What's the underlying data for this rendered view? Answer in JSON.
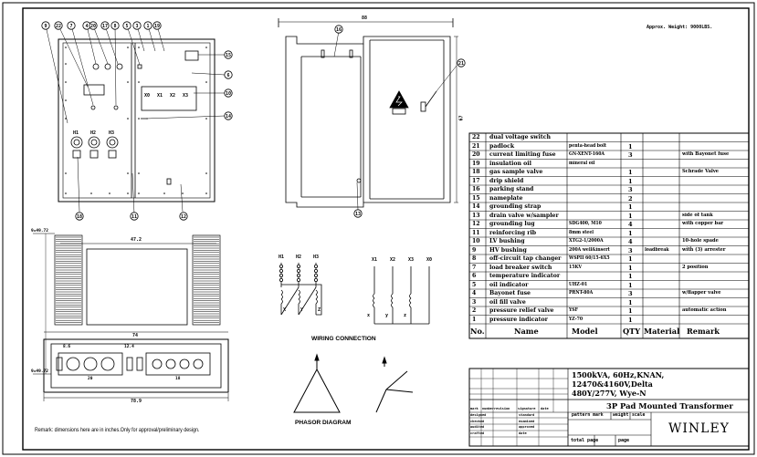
{
  "approx_weight": "Approx. Weight: 9000LBS.",
  "remark_note": "Remark: dimensions here are in inches.Only for approval/preliminary design.",
  "front_view": {
    "balloons_top": [
      "9",
      "22",
      "7",
      "4",
      "20",
      "17",
      "8",
      "5",
      "3",
      "1",
      "19"
    ],
    "balloons_right": [
      "15",
      "6",
      "10",
      "14"
    ],
    "balloons_bottom": [
      "18",
      "11",
      "12"
    ],
    "hv_labels": [
      "H1",
      "H2",
      "H3"
    ],
    "lv_labels": [
      "X0",
      "X1",
      "X2",
      "X3"
    ]
  },
  "side_view": {
    "balloons": [
      "16",
      "21",
      "13"
    ],
    "dim_width": "88",
    "dim_height": "67"
  },
  "plan_view": {
    "dim_top": "47.2",
    "dim_mid": "74",
    "dim_bottom": "78.9",
    "dim_left_top": "9=49.72",
    "dim_left_bottom": "9=49.72",
    "dim_small_left": "8.6",
    "dim_small_mid": "12.4",
    "label_left": "20",
    "label_right": "18"
  },
  "wiring": {
    "title": "WIRING CONNECTION",
    "hv_terminals": [
      "H1",
      "H2",
      "H3"
    ],
    "hv_coil_labels": [
      "X",
      "Y",
      "Z"
    ],
    "lv_terminals": [
      "X1",
      "X2",
      "X3",
      "X0"
    ],
    "lv_coil_labels": [
      "x",
      "y",
      "z"
    ]
  },
  "phasor": {
    "title": "PHASOR DIAGRAM"
  },
  "bom": {
    "headers": [
      "No.",
      "Name",
      "Model",
      "QTY",
      "Material",
      "Remark"
    ],
    "rows": [
      {
        "no": "22",
        "name": "dual voltage switch",
        "model": "",
        "qty": "",
        "material": "",
        "remark": ""
      },
      {
        "no": "21",
        "name": "padlock",
        "model": "penta-head bolt",
        "qty": "1",
        "material": "",
        "remark": ""
      },
      {
        "no": "20",
        "name": "current limiting fuse",
        "model": "GN-XENT-160A",
        "qty": "3",
        "material": "",
        "remark": "with Bayonet fuse"
      },
      {
        "no": "19",
        "name": "insulation oil",
        "model": "mineral oil",
        "qty": "",
        "material": "",
        "remark": ""
      },
      {
        "no": "18",
        "name": "gas sample valve",
        "model": "",
        "qty": "1",
        "material": "",
        "remark": "Schrade Valve"
      },
      {
        "no": "17",
        "name": "drip shield",
        "model": "",
        "qty": "1",
        "material": "",
        "remark": ""
      },
      {
        "no": "16",
        "name": "parking stand",
        "model": "",
        "qty": "3",
        "material": "",
        "remark": ""
      },
      {
        "no": "15",
        "name": "nameplate",
        "model": "",
        "qty": "2",
        "material": "",
        "remark": ""
      },
      {
        "no": "14",
        "name": "grounding strap",
        "model": "",
        "qty": "1",
        "material": "",
        "remark": ""
      },
      {
        "no": "13",
        "name": "drain valve w/sampler",
        "model": "",
        "qty": "1",
        "material": "",
        "remark": "side of tank"
      },
      {
        "no": "12",
        "name": "grounding lug",
        "model": "SDG400, M10",
        "qty": "4",
        "material": "",
        "remark": "with copper bar"
      },
      {
        "no": "11",
        "name": "reinforcing rib",
        "model": "8mm steel",
        "qty": "1",
        "material": "",
        "remark": ""
      },
      {
        "no": "10",
        "name": "LV bushing",
        "model": "XTG2-1/2000A",
        "qty": "4",
        "material": "",
        "remark": "10-hole spade"
      },
      {
        "no": "9",
        "name": "HV bushing",
        "model": "200A well&insert",
        "qty": "3",
        "material": "loadbreak",
        "remark": "with (3) arrester"
      },
      {
        "no": "8",
        "name": "off-circuit tap changer",
        "model": "WSPII 60/15-6X5",
        "qty": "1",
        "material": "",
        "remark": ""
      },
      {
        "no": "7",
        "name": "load breaker switch",
        "model": "15KV",
        "qty": "1",
        "material": "",
        "remark": "2 position"
      },
      {
        "no": "6",
        "name": "temperature indicator",
        "model": "",
        "qty": "1",
        "material": "",
        "remark": ""
      },
      {
        "no": "5",
        "name": "oil indicator",
        "model": "UHZ-01",
        "qty": "1",
        "material": "",
        "remark": ""
      },
      {
        "no": "4",
        "name": "Bayonet fuse",
        "model": "PRNT-80A",
        "qty": "3",
        "material": "",
        "remark": "w/flapper valve"
      },
      {
        "no": "3",
        "name": "oil fill valve",
        "model": "",
        "qty": "1",
        "material": "",
        "remark": ""
      },
      {
        "no": "2",
        "name": "pressure relief valve",
        "model": "YSF",
        "qty": "1",
        "material": "",
        "remark": "automatic action"
      },
      {
        "no": "1",
        "name": "pressure indicator",
        "model": "YZ-70",
        "qty": "1",
        "material": "",
        "remark": ""
      }
    ]
  },
  "title_block": {
    "spec_lines": [
      "1500kVA, 60Hz,KNAN,",
      "12470&4160V,Delta",
      "480Y/277V, Wye-N"
    ],
    "drawing_title": "3P Pad Mounted Transformer",
    "company": "WINLEY",
    "row_labels": [
      "mark",
      "designed",
      "checked",
      "audited",
      "crafted"
    ],
    "col_labels": [
      "number",
      "revision",
      "signature",
      "date"
    ],
    "sign_labels": [
      "standard",
      "examined",
      "approved",
      "date"
    ],
    "pattern_mark": "pattern mark",
    "weight": "weight",
    "scale": "scale",
    "total_page": "total page",
    "page": "page"
  }
}
